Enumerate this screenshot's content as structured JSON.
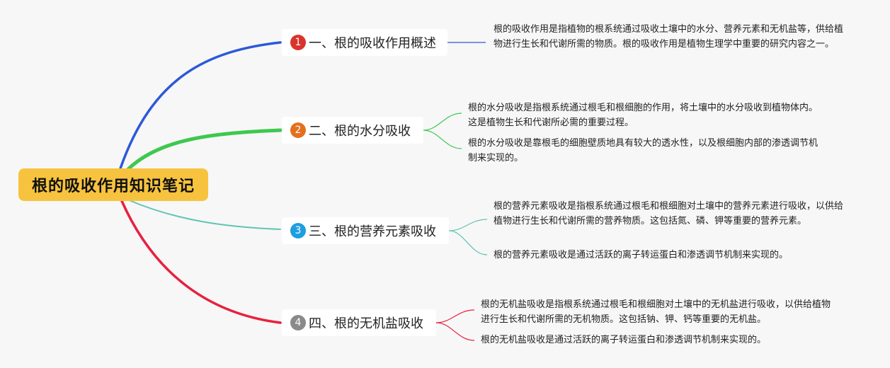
{
  "root": {
    "title": "根的吸收作用知识笔记",
    "color": "#f7c33f"
  },
  "branches": [
    {
      "number": "1",
      "label": "一、根的吸收作用概述",
      "badge_color": "#d9342b",
      "line_color": "#2b59d9",
      "leaves": [
        "根的吸收作用是指植物的根系统通过吸收土壤中的水分、营养元素和无机盐等，供给植物进行生长和代谢所需的物质。根的吸收作用是植物生理学中重要的研究内容之一。"
      ]
    },
    {
      "number": "2",
      "label": "二、根的水分吸收",
      "badge_color": "#e4701e",
      "line_color": "#3ec84f",
      "leaves": [
        "根的水分吸收是指根系统通过根毛和根细胞的作用，将土壤中的水分吸收到植物体内。这是植物生长和代谢所必需的重要过程。",
        "根的水分吸收是靠根毛的细胞壁质地具有较大的透水性，以及根细胞内部的渗透调节机制来实现的。"
      ]
    },
    {
      "number": "3",
      "label": "三、根的营养元素吸收",
      "badge_color": "#1e9ee0",
      "line_color": "#62c4b4",
      "leaves": [
        "根的营养元素吸收是指根系统通过根毛和根细胞对土壤中的营养元素进行吸收，以供给植物进行生长和代谢所需的营养物质。这包括氮、磷、钾等重要的营养元素。",
        "根的营养元素吸收是通过活跃的离子转运蛋白和渗透调节机制来实现的。"
      ]
    },
    {
      "number": "4",
      "label": "四、根的无机盐吸收",
      "badge_color": "#8a8a8a",
      "line_color": "#e8203f",
      "leaves": [
        "根的无机盐吸收是指根系统通过根毛和根细胞对土壤中的无机盐进行吸收，以供给植物进行生长和代谢所需的无机物质。这包括钠、钾、钙等重要的无机盐。",
        "根的无机盐吸收是通过活跃的离子转运蛋白和渗透调节机制来实现的。"
      ]
    }
  ]
}
